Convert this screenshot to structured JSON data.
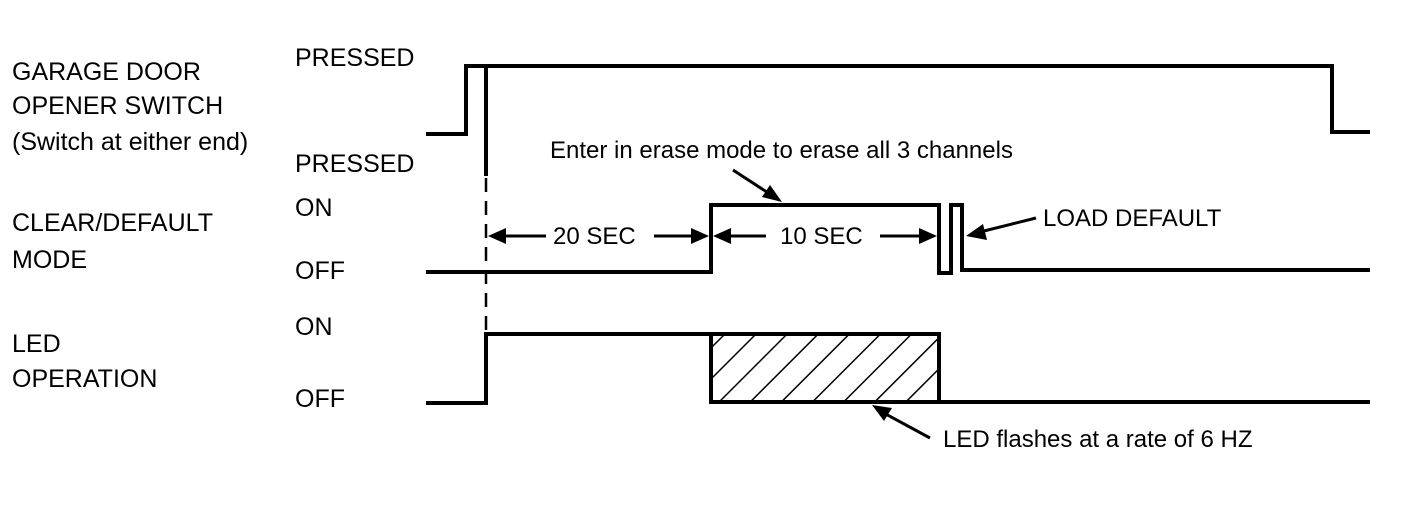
{
  "signals": {
    "switch": {
      "line1": "GARAGE DOOR",
      "line2": "OPENER SWITCH",
      "line3": "(Switch at either end)",
      "level_high": "PRESSED",
      "level_low": "PRESSED"
    },
    "clear_default": {
      "line1": "CLEAR/DEFAULT",
      "line2": "MODE",
      "level_high": "ON",
      "level_low": "OFF"
    },
    "led": {
      "line1": "LED",
      "line2": "OPERATION",
      "level_high": "ON",
      "level_low": "OFF"
    }
  },
  "annotations": {
    "erase_mode": "Enter in erase mode to erase all 3 channels",
    "interval_1": "20 SEC",
    "interval_2": "10 SEC",
    "load_default": "LOAD DEFAULT",
    "led_flash": "LED flashes at a rate of 6 HZ"
  }
}
